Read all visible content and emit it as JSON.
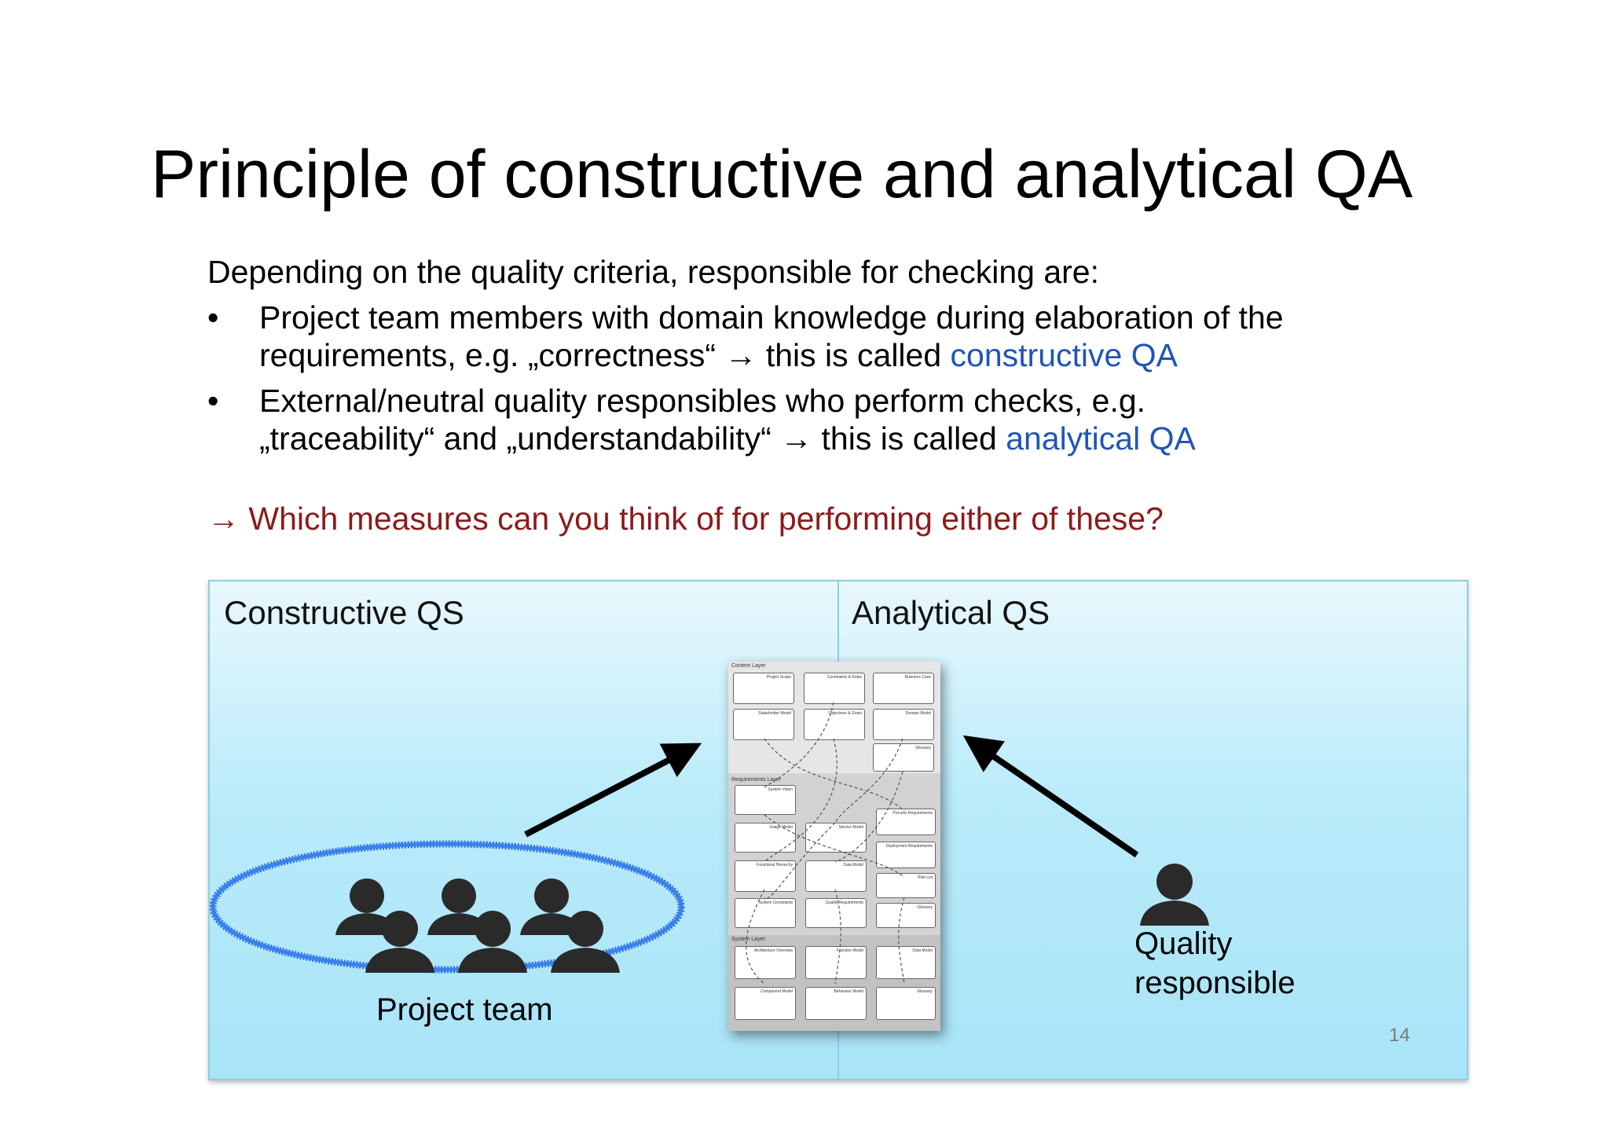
{
  "slide": {
    "title": "Principle of constructive and analytical QA",
    "intro": "Depending on the quality criteria, responsible for checking are:",
    "bullets": [
      {
        "marker": "•",
        "line1": "Project team members with domain knowledge during elaboration of the",
        "line2_text": "requirements, e.g. „correctness“ → this is called ",
        "line2_term": "constructive QA"
      },
      {
        "marker": "•",
        "line1": "External/neutral quality responsibles who perform checks, e.g.",
        "line2_text": "„traceability“ and „understandability“ → this is called ",
        "line2_term": "analytical QA"
      }
    ],
    "question": "→ Which measures can you think of for performing either of these?",
    "page_number": "14",
    "colors": {
      "term": "#1f55b6",
      "question": "#8c1a1a"
    }
  },
  "figure": {
    "left_label": "Constructive QS",
    "right_label": "Analytical QS",
    "team_label": "Project team",
    "responsible_label": "Quality responsible",
    "diagram": {
      "layers": [
        {
          "name": "Context Layer",
          "boxes": [
            "Project Scope",
            "Constraints & Rules",
            "Business Case",
            "Stakeholder Model",
            "Objectives & Goals",
            "Domain Model",
            "Glossary"
          ]
        },
        {
          "name": "Requirements Layer",
          "boxes": [
            "System Vision",
            "Process Requirements",
            "Usage Model",
            "Service Model",
            "Deployment Requirements",
            "Functional Hierarchy",
            "Data Model",
            "Risk List",
            "System Constraints",
            "Quality Requirements",
            "Glossary"
          ]
        },
        {
          "name": "System Layer",
          "boxes": [
            "Architecture Overview",
            "Function Model",
            "Data Model",
            "Component Model",
            "Behaviour Model",
            "Glossary"
          ]
        }
      ]
    }
  }
}
